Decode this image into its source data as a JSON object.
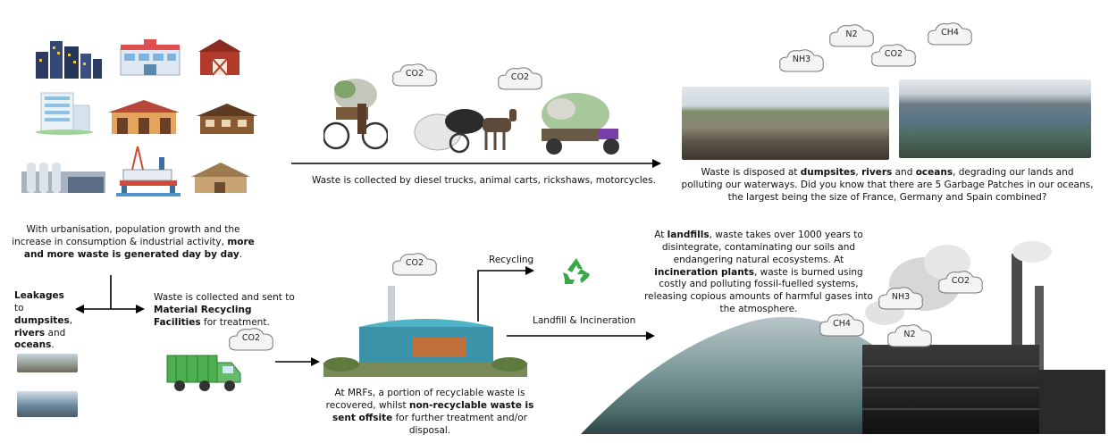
{
  "intro": {
    "part1": "With urbanisation, population growth and the increase in consumption & industrial activity, ",
    "bold": "more and more waste is generated day by day",
    "part2": "."
  },
  "collection_text": "Waste is collected by diesel trucks, animal carts, rickshaws, motorcycles.",
  "disposal": {
    "t1": "Waste is disposed at ",
    "b1": "dumpsites",
    "t2": ", ",
    "b2": "rivers",
    "t3": " and ",
    "b3": "oceans",
    "t4": ", degrading our lands and polluting our waterways. Did you know that there are 5 Garbage Patches in our oceans, the largest being the size of France, Germany and Spain combined?"
  },
  "leakages": {
    "b1": "Leakages",
    "t1": " to ",
    "b2": "dumpsites",
    "t2": ", ",
    "b3": "rivers",
    "t3": " and ",
    "b4": "oceans",
    "t4": "."
  },
  "mrf_collect": {
    "t1": "Waste is collected and sent to ",
    "b1": "Material Recycling Facilities",
    "t2": " for treatment."
  },
  "mrf_text": {
    "t1": "At MRFs, a portion of recyclable waste is recovered, whilst ",
    "b1": "non-recyclable waste is sent offsite",
    "t2": " for further treatment and/or disposal."
  },
  "recycling_label": "Recycling",
  "landfill_label": "Landfill & Incineration",
  "landfill_text": {
    "t1": "At ",
    "b1": "landfills",
    "t2": ", waste takes over 1000 years to disintegrate, contaminating our soils and endangering natural ecosystems. At ",
    "b2": "incineration plants",
    "t3": ", waste is burned using costly and polluting fossil-fuelled systems, releasing copious amounts of harmful gases into the atmosphere."
  },
  "gases": {
    "co2_collect_1": "CO2",
    "co2_collect_2": "CO2",
    "nh3_top": "NH3",
    "n2_top": "N2",
    "co2_top": "CO2",
    "ch4_top": "CH4",
    "co2_mrf": "CO2",
    "co2_truck": "CO2",
    "nh3_bottom": "NH3",
    "co2_bottom": "CO2",
    "ch4_bottom": "CH4",
    "n2_bottom": "N2"
  },
  "colors": {
    "arrow": "#000000",
    "cloud_fill": "#f4f4f4",
    "cloud_stroke": "#777777",
    "recycle_green": "#3aa84a",
    "truck_green": "#4caf50"
  }
}
